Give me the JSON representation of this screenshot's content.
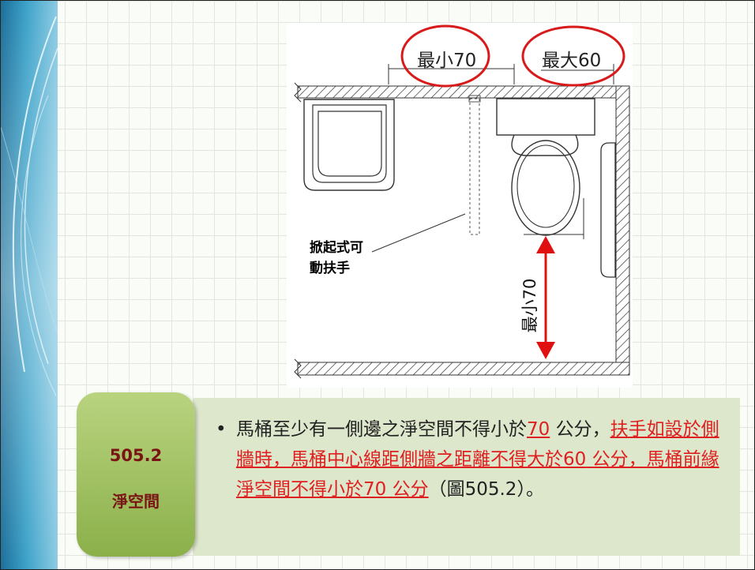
{
  "diagram": {
    "top_label_left": "最小70",
    "top_label_right": "最大60",
    "vertical_label": "最小70",
    "handrail_label_line1": "掀起式可",
    "handrail_label_line2": "動扶手"
  },
  "section": {
    "number": "505.2",
    "name": "淨空間"
  },
  "bullet": {
    "seg1": "馬桶至少有一側邊之淨空間不得小於",
    "seg2": "70",
    "seg3": " 公分，",
    "seg4": "扶手如設於側牆時，馬桶中心線距側牆之距離不得大於",
    "seg5": "60",
    "seg6": " 公分，馬桶前緣淨空間不得小於",
    "seg7": "70",
    "seg8": " 公分",
    "seg9": "（圖505.2）。"
  },
  "colors": {
    "accent_red": "#e02020",
    "badge_green": "#9fbf5e",
    "box_green": "#dde7cc",
    "side_blue": "#2f8fb8"
  }
}
